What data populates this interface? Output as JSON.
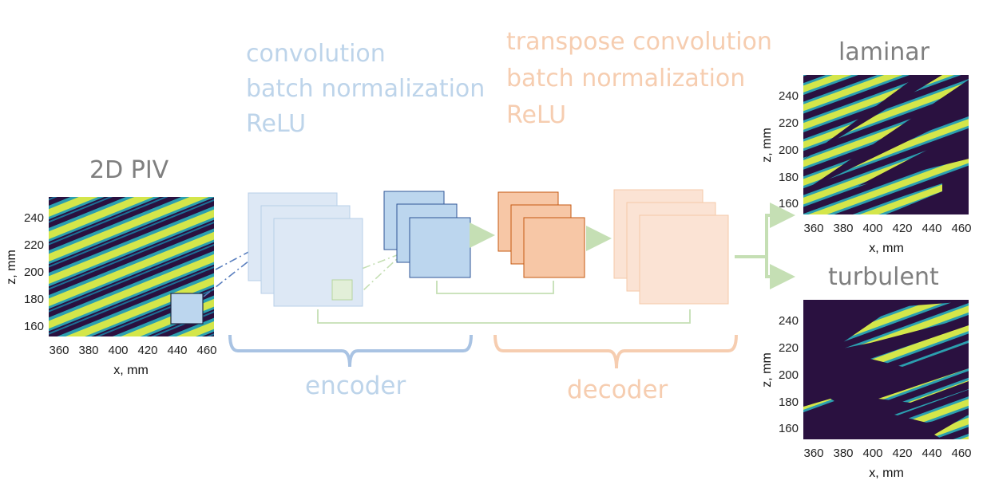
{
  "titles": {
    "input": "2D PIV",
    "laminar": "laminar",
    "turbulent": "turbulent"
  },
  "encoder_ops": [
    "convolution",
    "batch normalization",
    "ReLU"
  ],
  "decoder_ops": [
    "transpose convolution",
    "batch normalization",
    "ReLU"
  ],
  "bracket_labels": {
    "encoder": "encoder",
    "decoder": "decoder"
  },
  "axes": {
    "xlabel": "x, mm",
    "ylabel": "z, mm",
    "xticks": [
      "360",
      "380",
      "400",
      "420",
      "440",
      "460"
    ],
    "yticks": [
      "240",
      "220",
      "200",
      "180",
      "160"
    ]
  },
  "colors": {
    "encoder_fill": "#dde8f5",
    "encoder_fill_deep": "#bcd6ee",
    "encoder_stroke": "#9fbfe0",
    "decoder_fill": "#fbe3d4",
    "decoder_fill_deep": "#f7c7a6",
    "decoder_stroke": "#e0915c",
    "skip_green": "#c5dfb4",
    "field_dark": "#2a1140",
    "field_yellow": "#d4e64a",
    "field_teal": "#2b9fb0"
  }
}
